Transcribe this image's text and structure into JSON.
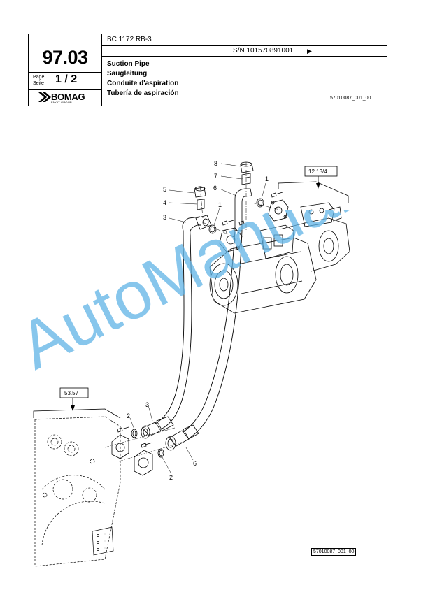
{
  "header": {
    "model": "BC 1172 RB-3",
    "serial": "S/N 101570891001",
    "serial_arrow": "▶",
    "page_number": "97.03",
    "page_label": "Page",
    "seite_label": "Seite",
    "page_count": "1 / 2",
    "logo_text": "BOMAG",
    "logo_subtext": "FAYAT GROUP",
    "titles": [
      "Suction Pipe",
      "Saugleitung",
      "Conduite d'aspiration",
      "Tubería de aspiración"
    ],
    "drawing_number": "57010087_001_00"
  },
  "drawing": {
    "ref_top": "12.13/4",
    "ref_left": "53.57",
    "callouts": {
      "c8": "8",
      "c7": "7",
      "c6": "6",
      "c1a": "1",
      "c5": "5",
      "c4": "4",
      "c1b": "1",
      "c3a": "3",
      "c3b": "3",
      "c2a": "2",
      "c2b": "2",
      "c6b": "6"
    },
    "footer_code": "57010087_001_00"
  },
  "watermark": "AutoManual",
  "colors": {
    "watermark": "#5fb3e6",
    "line": "#000000"
  }
}
